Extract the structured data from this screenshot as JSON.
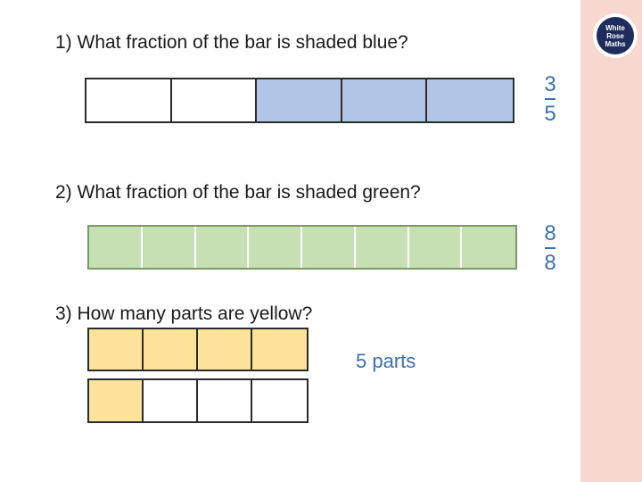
{
  "logo": {
    "line1": "White",
    "line2": "Rose",
    "line3": "Maths"
  },
  "colors": {
    "blue": "#b4c6e7",
    "green": "#c6e0b4",
    "yellow": "#fde39a",
    "white": "#ffffff",
    "answer": "#3a6fb0",
    "side_strip": "#f8d7cf"
  },
  "q1": {
    "text": "1) What fraction of the bar is shaded blue?",
    "cells": [
      "white",
      "white",
      "blue",
      "blue",
      "blue"
    ],
    "answer_numerator": "3",
    "answer_denominator": "5"
  },
  "q2": {
    "text": "2) What fraction of the bar is shaded green?",
    "cells": [
      "green",
      "green",
      "green",
      "green",
      "green",
      "green",
      "green",
      "green"
    ],
    "answer_numerator": "8",
    "answer_denominator": "8"
  },
  "q3": {
    "text": "3) How many parts are yellow?",
    "bar1_cells": [
      "yellow",
      "yellow",
      "yellow",
      "yellow"
    ],
    "bar2_cells": [
      "yellow",
      "white",
      "white",
      "white"
    ],
    "answer": "5 parts"
  }
}
